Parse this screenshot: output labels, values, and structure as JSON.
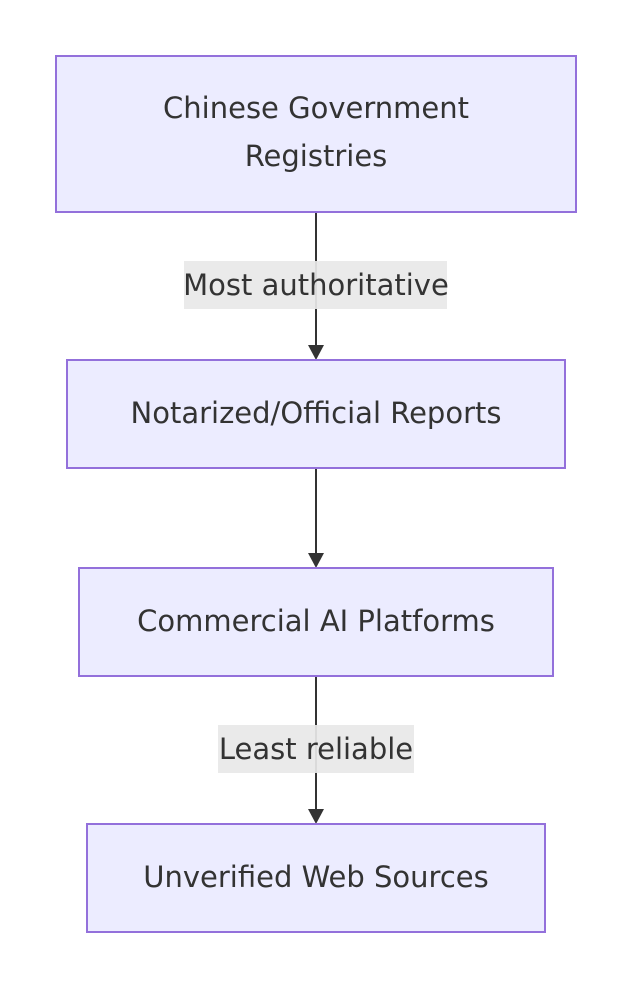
{
  "nodes": [
    {
      "id": "registries",
      "lines": [
        "Chinese Government",
        "Registries"
      ]
    },
    {
      "id": "reports",
      "lines": [
        "Notarized/Official Reports"
      ]
    },
    {
      "id": "platforms",
      "lines": [
        "Commercial AI Platforms"
      ]
    },
    {
      "id": "web",
      "lines": [
        "Unverified Web Sources"
      ]
    }
  ],
  "edges": [
    {
      "from": "registries",
      "to": "reports",
      "label": "Most authoritative"
    },
    {
      "from": "reports",
      "to": "platforms",
      "label": ""
    },
    {
      "from": "platforms",
      "to": "web",
      "label": "Least reliable"
    }
  ]
}
